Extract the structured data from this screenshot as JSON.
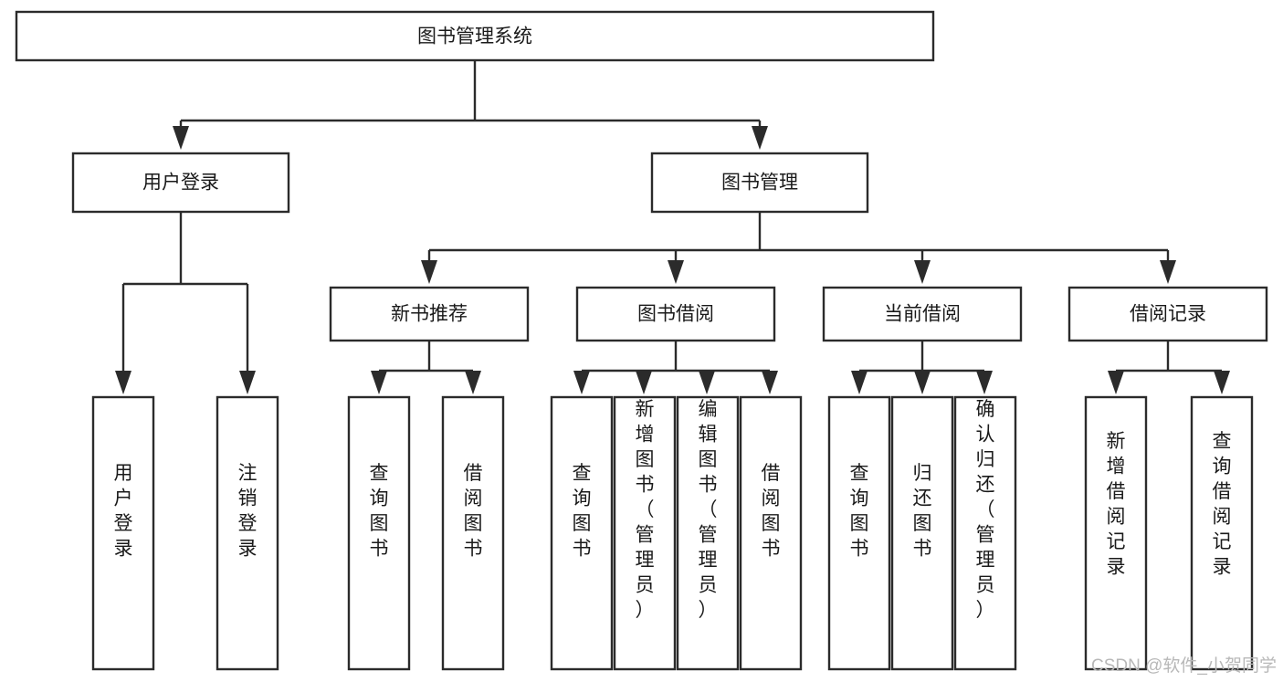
{
  "diagram": {
    "title": "图书管理系统",
    "type": "tree-hierarchy-chart",
    "root": {
      "id": "root",
      "label": "图书管理系统"
    },
    "level2": [
      {
        "id": "user-login",
        "label": "用户登录"
      },
      {
        "id": "book-manage",
        "label": "图书管理"
      }
    ],
    "level3": [
      {
        "id": "new-book-recommend",
        "label": "新书推荐",
        "parent": "book-manage"
      },
      {
        "id": "book-borrow",
        "label": "图书借阅",
        "parent": "book-manage"
      },
      {
        "id": "current-borrow",
        "label": "当前借阅",
        "parent": "book-manage"
      },
      {
        "id": "borrow-record",
        "label": "借阅记录",
        "parent": "book-manage"
      }
    ],
    "leaves": [
      {
        "id": "leaf-user-login",
        "label": "用户登录",
        "parent": "user-login"
      },
      {
        "id": "leaf-user-logout",
        "label": "注销登录",
        "parent": "user-login"
      },
      {
        "id": "leaf-query-book-1",
        "label": "查询图书",
        "parent": "new-book-recommend"
      },
      {
        "id": "leaf-borrow-book-1",
        "label": "借阅图书",
        "parent": "new-book-recommend"
      },
      {
        "id": "leaf-query-book-2",
        "label": "查询图书",
        "parent": "book-borrow"
      },
      {
        "id": "leaf-add-book",
        "label": "新增图书（管理员）",
        "parent": "book-borrow"
      },
      {
        "id": "leaf-edit-book",
        "label": "编辑图书（管理员）",
        "parent": "book-borrow"
      },
      {
        "id": "leaf-borrow-book-2",
        "label": "借阅图书",
        "parent": "book-borrow"
      },
      {
        "id": "leaf-query-book-3",
        "label": "查询图书",
        "parent": "current-borrow"
      },
      {
        "id": "leaf-return-book",
        "label": "归还图书",
        "parent": "current-borrow"
      },
      {
        "id": "leaf-confirm-return",
        "label": "确认归还（管理员）",
        "parent": "current-borrow"
      },
      {
        "id": "leaf-add-record",
        "label": "新增借阅记录",
        "parent": "borrow-record"
      },
      {
        "id": "leaf-query-record",
        "label": "查询借阅记录",
        "parent": "borrow-record"
      }
    ]
  },
  "watermark": {
    "text": "CSDN @软件_小贺同学"
  },
  "colors": {
    "stroke": "#2b2b2b",
    "fill": "#ffffff",
    "text": "#1a1a1a",
    "watermark": "#b8b8b8"
  }
}
